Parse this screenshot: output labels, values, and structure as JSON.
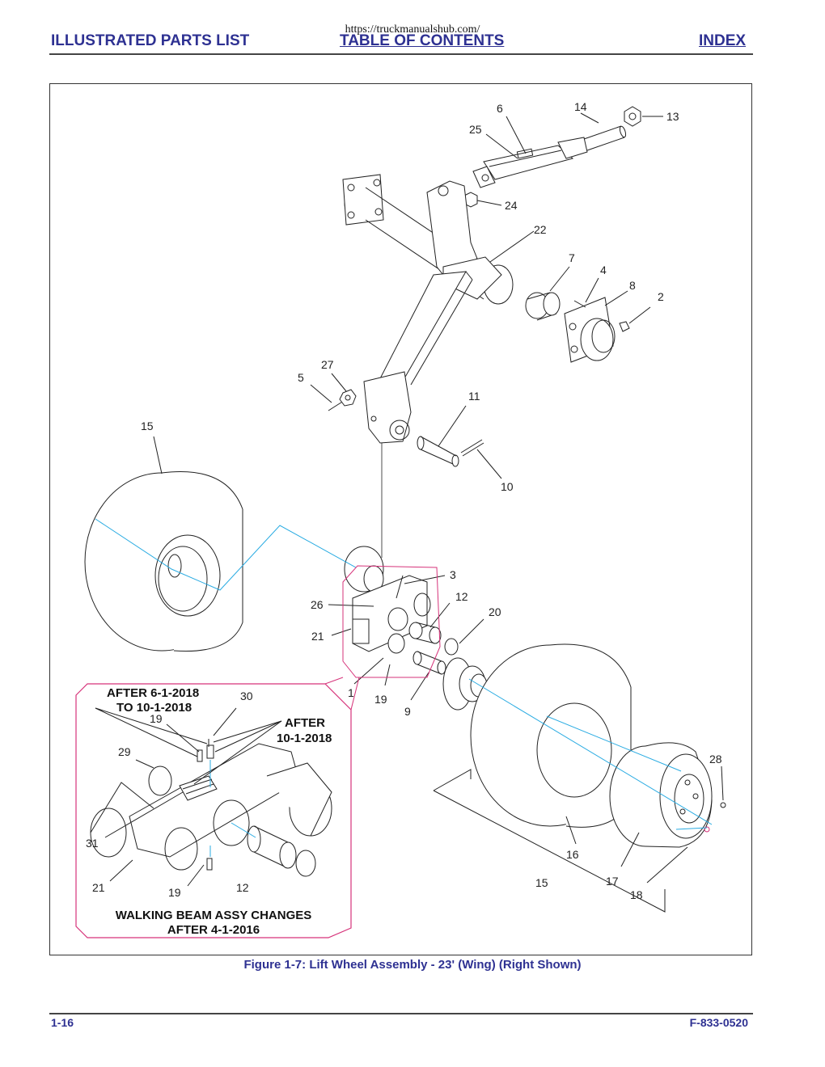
{
  "header": {
    "url": "https://truckmanualshub.com/",
    "left_title": "ILLUSTRATED PARTS LIST",
    "center_link": "TABLE OF CONTENTS",
    "right_link": "INDEX"
  },
  "figure": {
    "caption": "Figure 1-7:  Lift Wheel Assembly - 23' (Wing) (Right Shown)",
    "callouts": {
      "c1": "1",
      "c2": "2",
      "c3": "3",
      "c4": "4",
      "c5": "5",
      "c6": "6",
      "c7": "7",
      "c8": "8",
      "c9": "9",
      "c10": "10",
      "c11": "11",
      "c12": "12",
      "c13": "13",
      "c14": "14",
      "c15": "15",
      "c16": "16",
      "c17": "17",
      "c18": "18",
      "c19": "19",
      "c20": "20",
      "c21": "21",
      "c22": "22",
      "c24": "24",
      "c25": "25",
      "c26": "26",
      "c27": "27",
      "c28": "28",
      "c15b": "15"
    },
    "inset": {
      "note_a1": "AFTER 6-1-2018",
      "note_a2": "TO 10-1-2018",
      "note_b1": "AFTER",
      "note_b2": "10-1-2018",
      "title1": "WALKING BEAM ASSY CHANGES",
      "title2": "AFTER 4-1-2016",
      "c19a": "19",
      "c19b": "19",
      "c21": "21",
      "c12": "12",
      "c29": "29",
      "c30": "30",
      "c31": "31"
    },
    "colors": {
      "outline": "#222222",
      "centerline": "#29abe2",
      "inset_border": "#d6337a",
      "accent": "#2e3192"
    }
  },
  "footer": {
    "page": "1-16",
    "doc": "F-833-0520"
  }
}
